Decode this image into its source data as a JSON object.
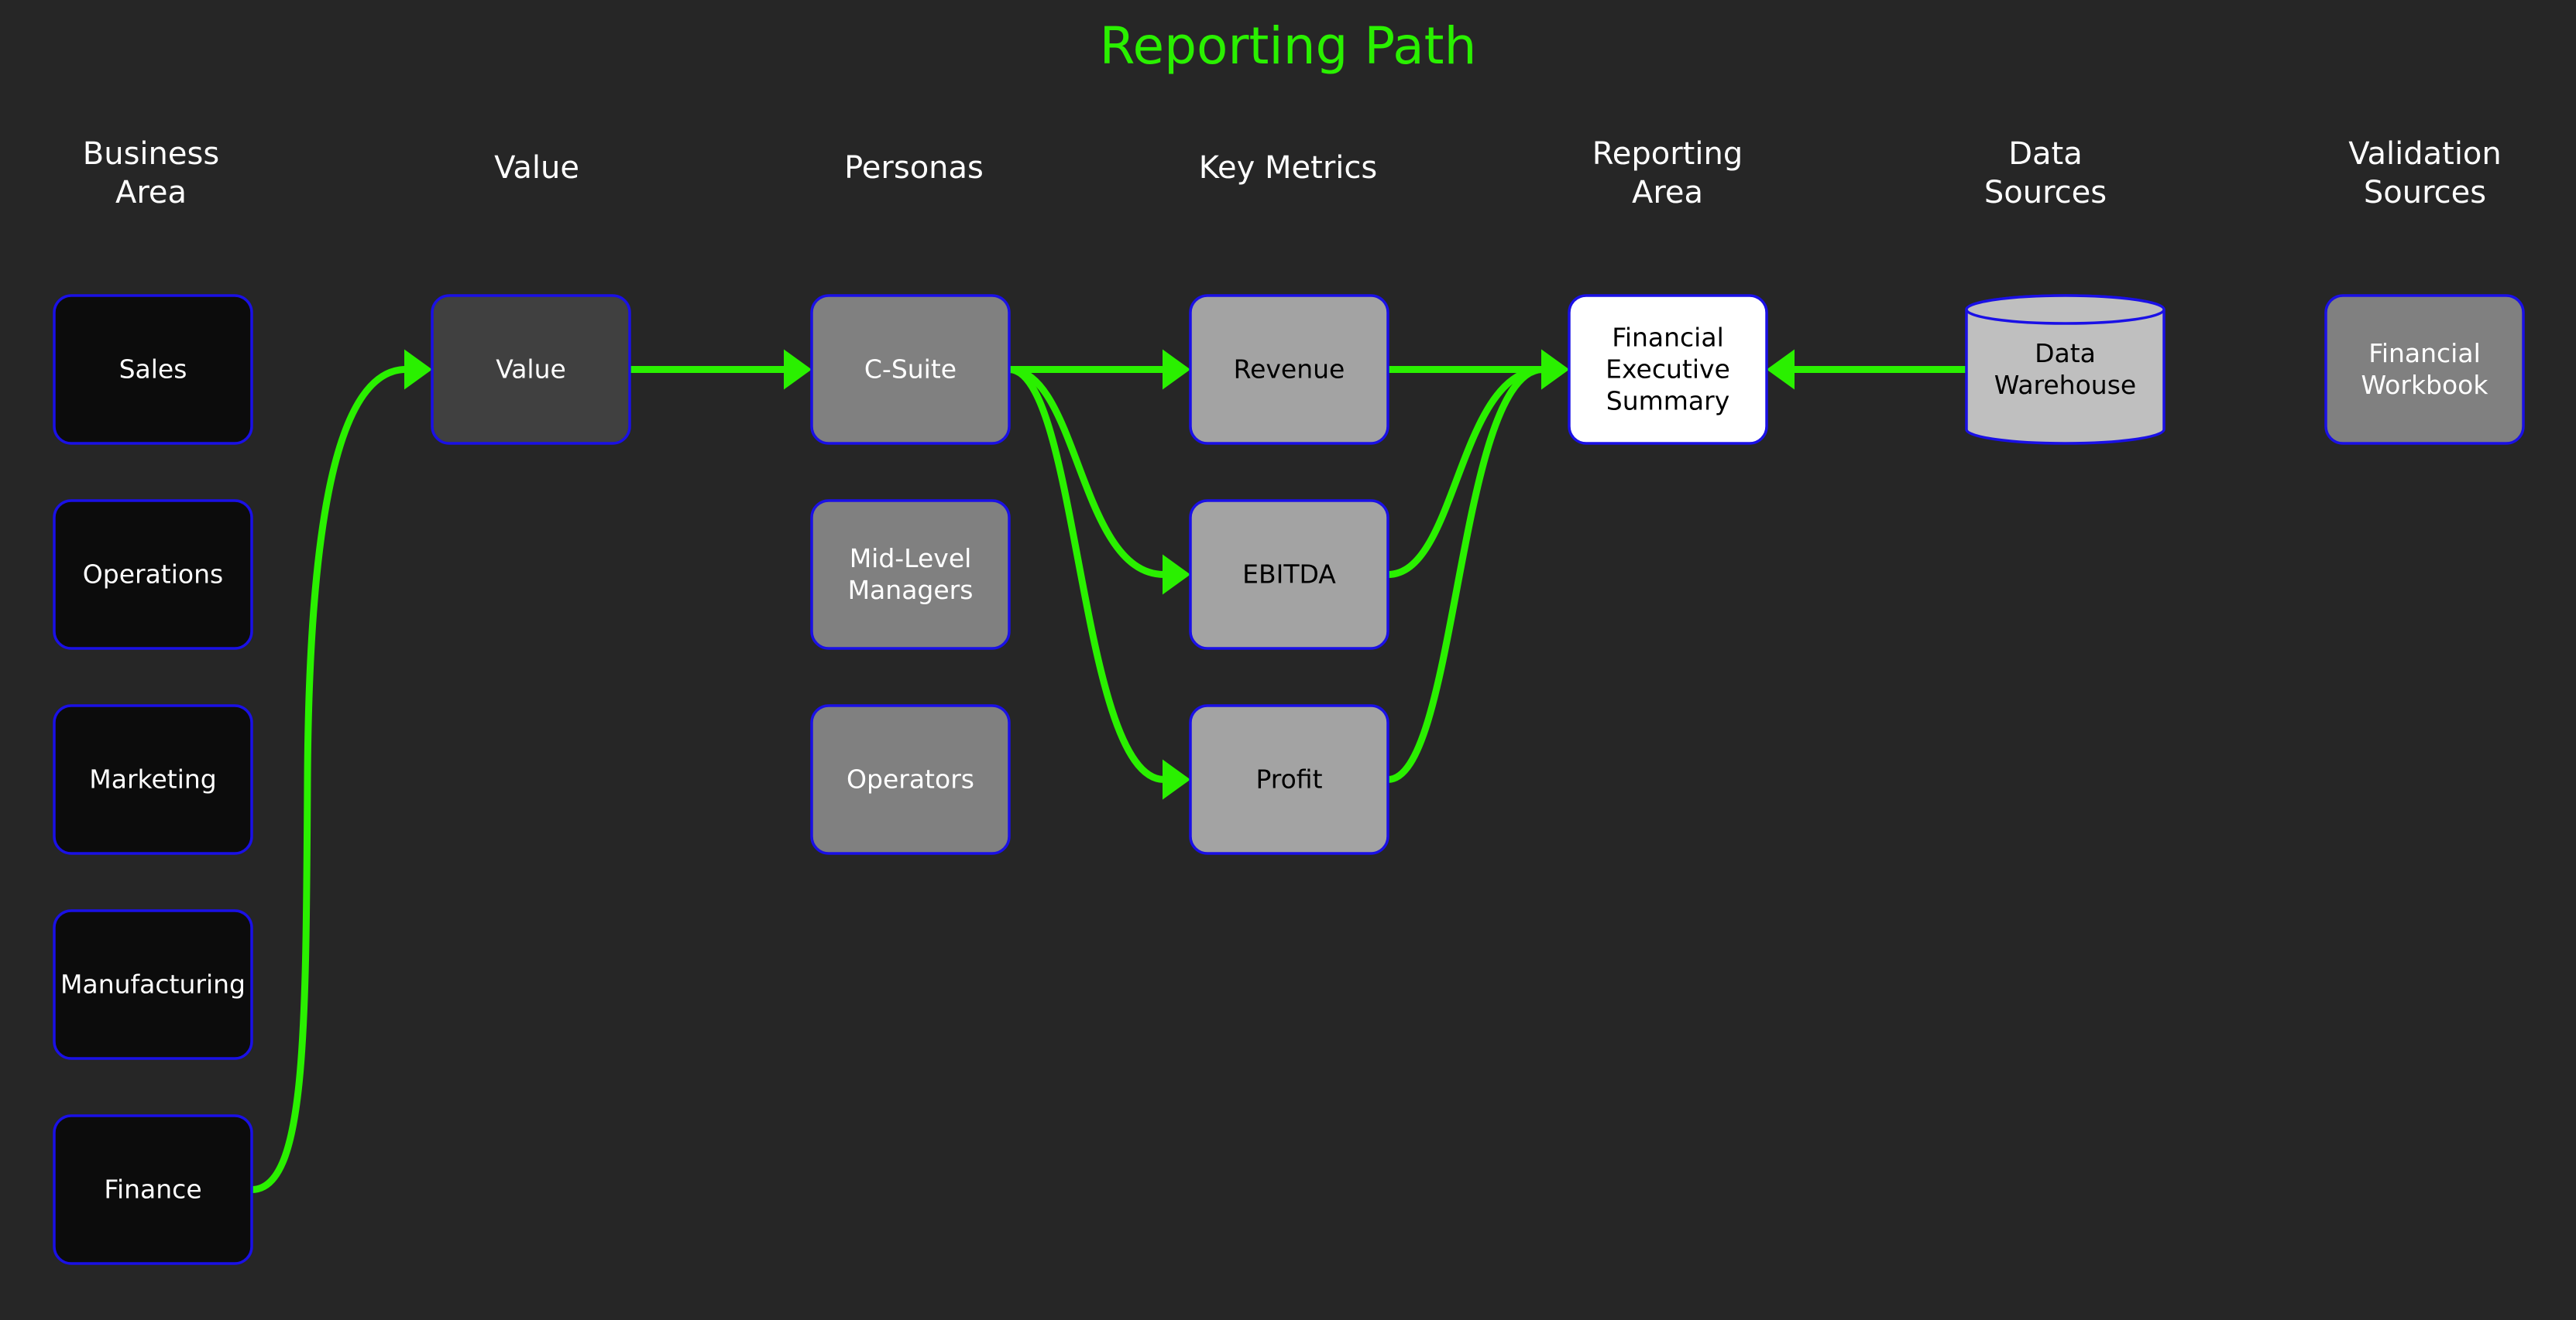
{
  "title": "Reporting Path",
  "colors": {
    "background": "#262626",
    "title": "#2af000",
    "edge": "#2af000",
    "node_border": "#1a10e6",
    "header_text": "#ffffff"
  },
  "columns": [
    {
      "id": "business-area",
      "header": [
        "Business",
        "Area"
      ]
    },
    {
      "id": "value",
      "header": [
        "Value"
      ]
    },
    {
      "id": "personas",
      "header": [
        "Personas"
      ]
    },
    {
      "id": "key-metrics",
      "header": [
        "Key Metrics"
      ]
    },
    {
      "id": "reporting-area",
      "header": [
        "Reporting",
        "Area"
      ]
    },
    {
      "id": "data-sources",
      "header": [
        "Data",
        "Sources"
      ]
    },
    {
      "id": "validation-sources",
      "header": [
        "Validation",
        "Sources"
      ]
    }
  ],
  "nodes": [
    {
      "id": "sales",
      "column": 0,
      "row": 0,
      "label": [
        "Sales"
      ],
      "shape": "rect",
      "fill": "#0c0c0c",
      "text": "#ffffff"
    },
    {
      "id": "operations",
      "column": 0,
      "row": 1,
      "label": [
        "Operations"
      ],
      "shape": "rect",
      "fill": "#0c0c0c",
      "text": "#ffffff"
    },
    {
      "id": "marketing",
      "column": 0,
      "row": 2,
      "label": [
        "Marketing"
      ],
      "shape": "rect",
      "fill": "#0c0c0c",
      "text": "#ffffff"
    },
    {
      "id": "manufacturing",
      "column": 0,
      "row": 3,
      "label": [
        "Manufacturing"
      ],
      "shape": "rect",
      "fill": "#0c0c0c",
      "text": "#ffffff"
    },
    {
      "id": "finance",
      "column": 0,
      "row": 4,
      "label": [
        "Finance"
      ],
      "shape": "rect",
      "fill": "#0c0c0c",
      "text": "#ffffff"
    },
    {
      "id": "value",
      "column": 1,
      "row": 0,
      "label": [
        "Value"
      ],
      "shape": "rect",
      "fill": "#404040",
      "text": "#ffffff"
    },
    {
      "id": "c-suite",
      "column": 2,
      "row": 0,
      "label": [
        "C-Suite"
      ],
      "shape": "rect",
      "fill": "#808080",
      "text": "#ffffff"
    },
    {
      "id": "mid-level-managers",
      "column": 2,
      "row": 1,
      "label": [
        "Mid-Level",
        "Managers"
      ],
      "shape": "rect",
      "fill": "#808080",
      "text": "#ffffff"
    },
    {
      "id": "operators",
      "column": 2,
      "row": 2,
      "label": [
        "Operators"
      ],
      "shape": "rect",
      "fill": "#808080",
      "text": "#ffffff"
    },
    {
      "id": "revenue",
      "column": 3,
      "row": 0,
      "label": [
        "Revenue"
      ],
      "shape": "rect",
      "fill": "#a3a3a3",
      "text": "#000000"
    },
    {
      "id": "ebitda",
      "column": 3,
      "row": 1,
      "label": [
        "EBITDA"
      ],
      "shape": "rect",
      "fill": "#a3a3a3",
      "text": "#000000"
    },
    {
      "id": "profit",
      "column": 3,
      "row": 2,
      "label": [
        "Profit"
      ],
      "shape": "rect",
      "fill": "#a3a3a3",
      "text": "#000000"
    },
    {
      "id": "financial-executive-summary",
      "column": 4,
      "row": 0,
      "label": [
        "Financial",
        "Executive",
        "Summary"
      ],
      "shape": "rect",
      "fill": "#ffffff",
      "text": "#000000"
    },
    {
      "id": "data-warehouse",
      "column": 5,
      "row": 0,
      "label": [
        "Data",
        "Warehouse"
      ],
      "shape": "cylinder",
      "fill": "#bfbfbf",
      "text": "#000000"
    },
    {
      "id": "financial-workbook",
      "column": 6,
      "row": 0,
      "label": [
        "Financial",
        "Workbook"
      ],
      "shape": "rect",
      "fill": "#808080",
      "text": "#ffffff"
    }
  ],
  "edges": [
    {
      "from": "finance",
      "to": "value"
    },
    {
      "from": "value",
      "to": "c-suite"
    },
    {
      "from": "c-suite",
      "to": "revenue"
    },
    {
      "from": "c-suite",
      "to": "ebitda"
    },
    {
      "from": "c-suite",
      "to": "profit"
    },
    {
      "from": "revenue",
      "to": "financial-executive-summary"
    },
    {
      "from": "ebitda",
      "to": "financial-executive-summary"
    },
    {
      "from": "profit",
      "to": "financial-executive-summary"
    },
    {
      "from": "data-warehouse",
      "to": "financial-executive-summary"
    }
  ]
}
